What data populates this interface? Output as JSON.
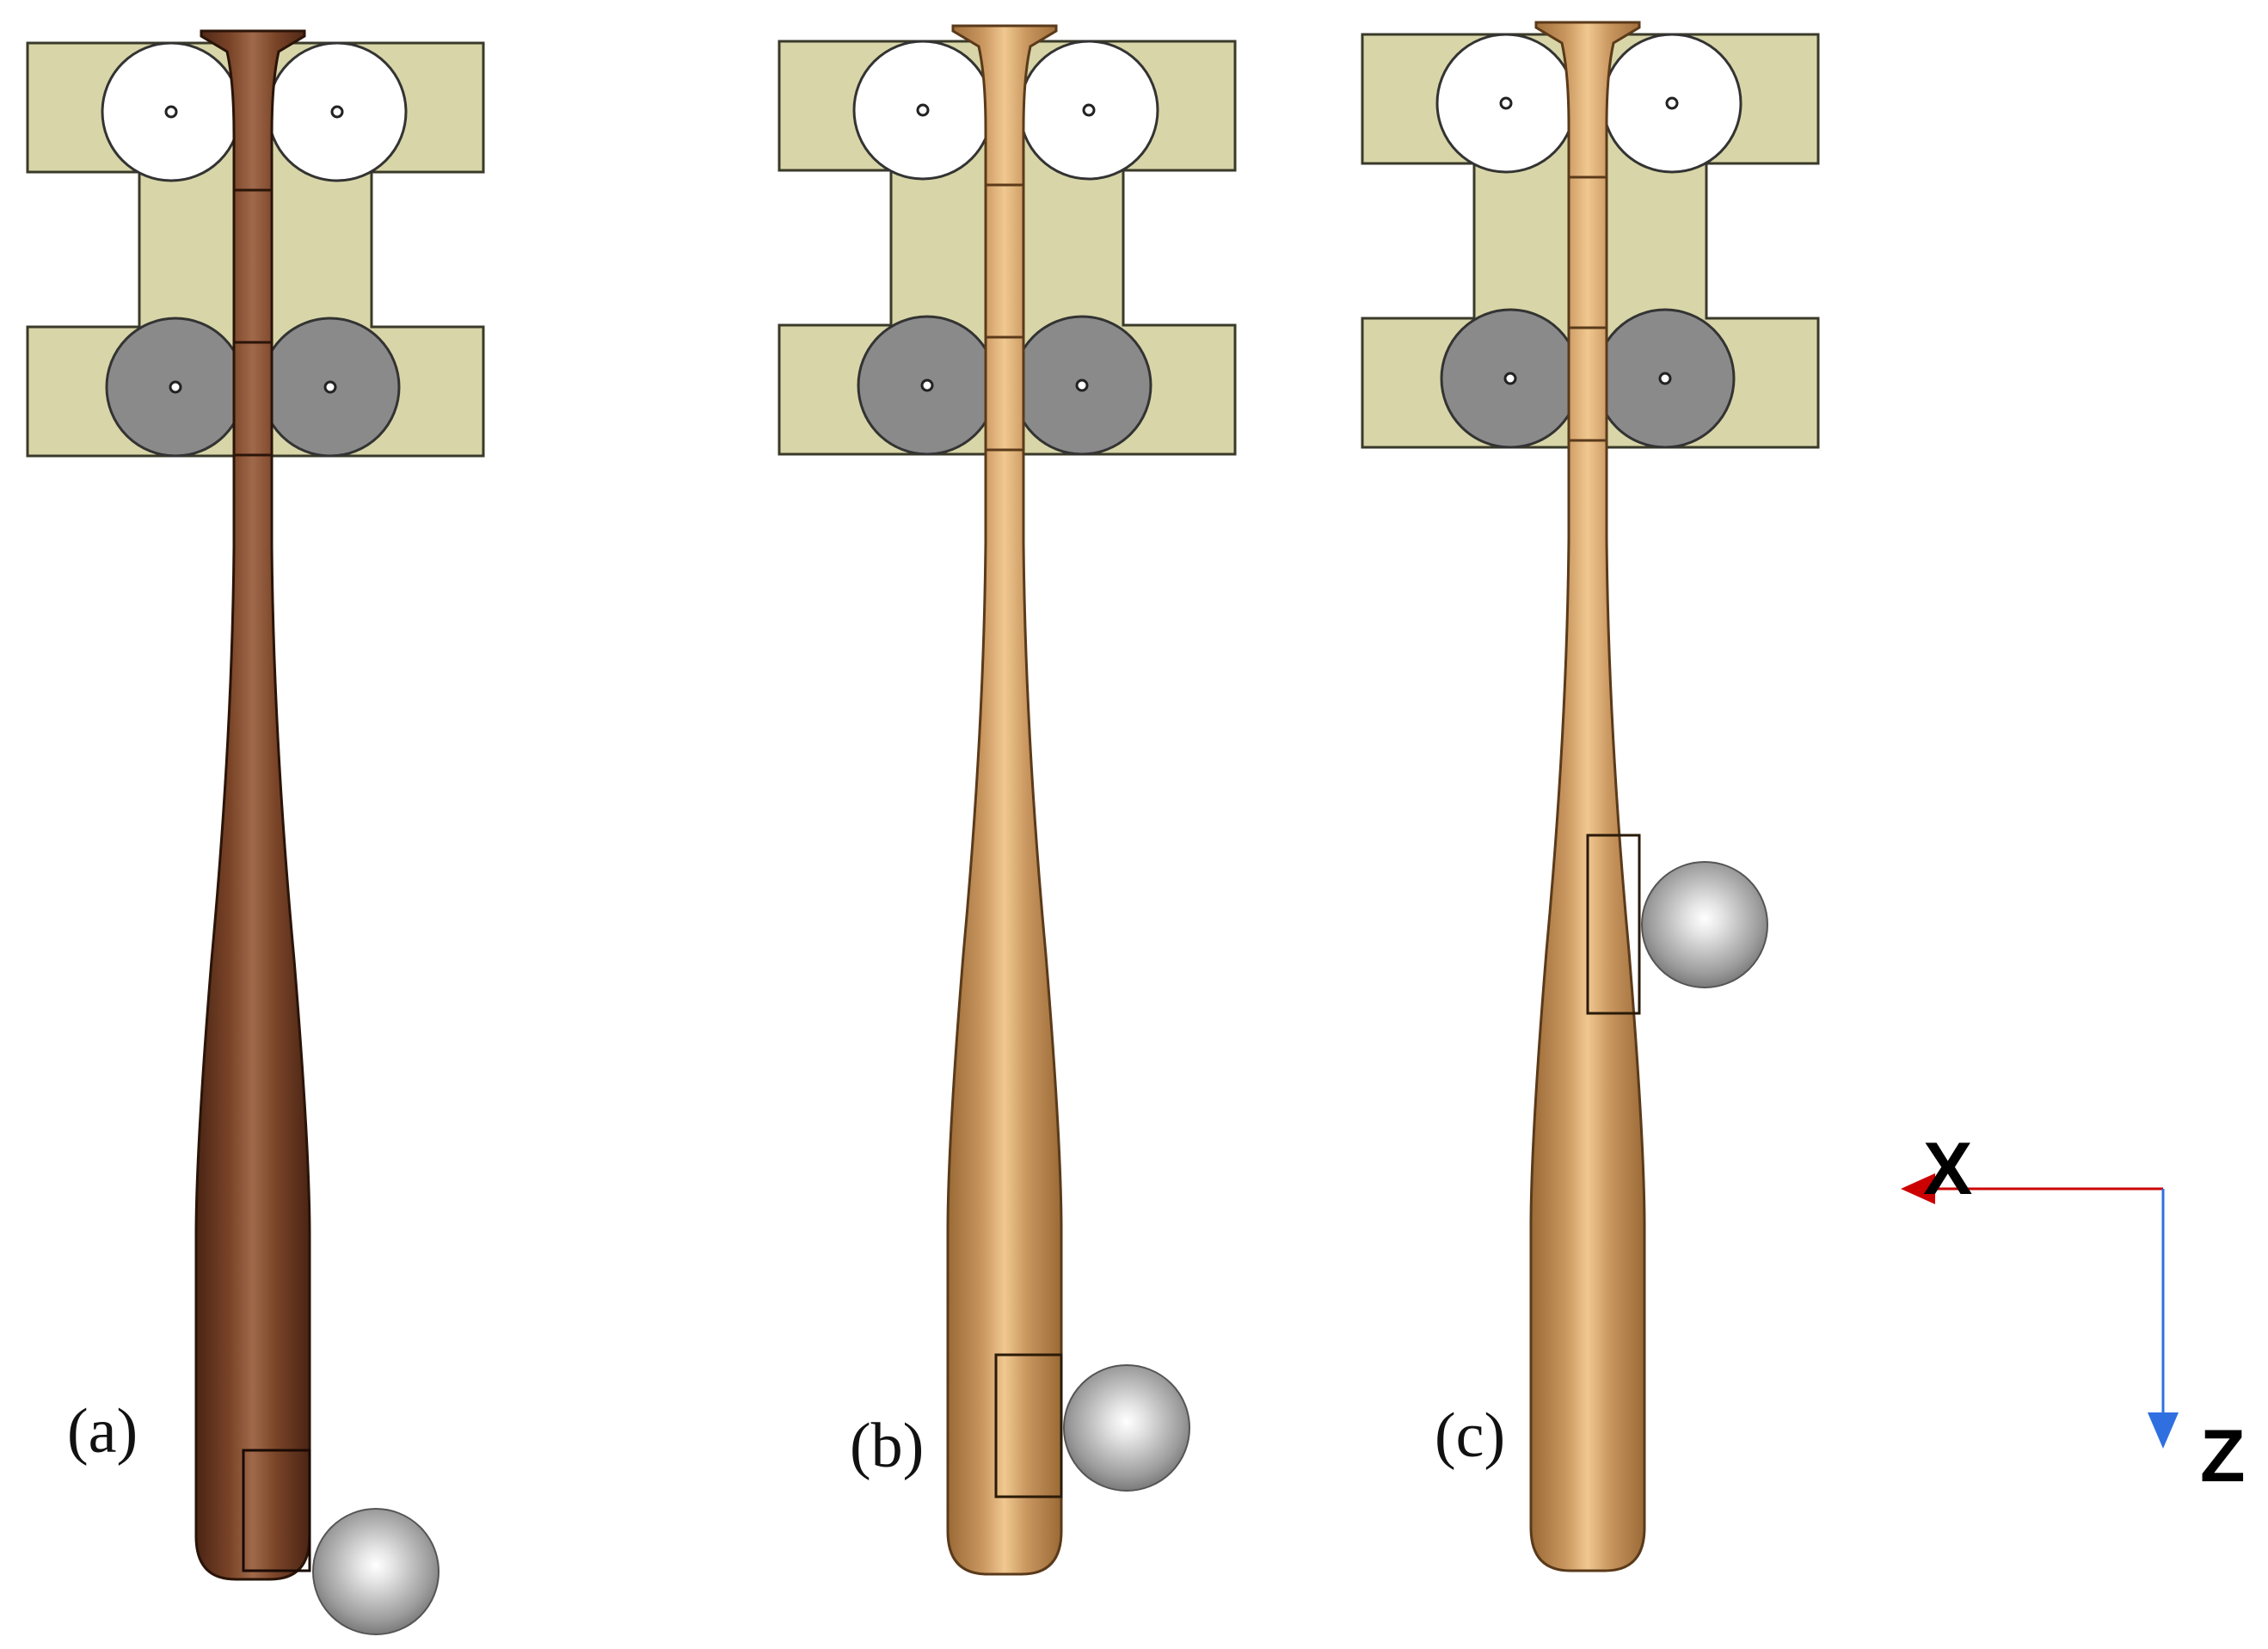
{
  "panels": [
    {
      "id": "a",
      "label": "(a)",
      "bat_tone": "dark"
    },
    {
      "id": "b",
      "label": "(b)",
      "bat_tone": "light"
    },
    {
      "id": "c",
      "label": "(c)",
      "bat_tone": "light"
    }
  ],
  "axes": {
    "x_label": "X",
    "z_label": "Z"
  },
  "colors": {
    "fixture": "#d8d6a8",
    "fixture_edge": "#3a3a2a",
    "roller_white": "#ffffff",
    "roller_grey": "#8a8a8a",
    "bat_dark": "#6b3a22",
    "bat_light": "#c8955e",
    "ball": "#bdbdbd",
    "axis_x": "#cc0000",
    "axis_z": "#2f6fe0"
  }
}
